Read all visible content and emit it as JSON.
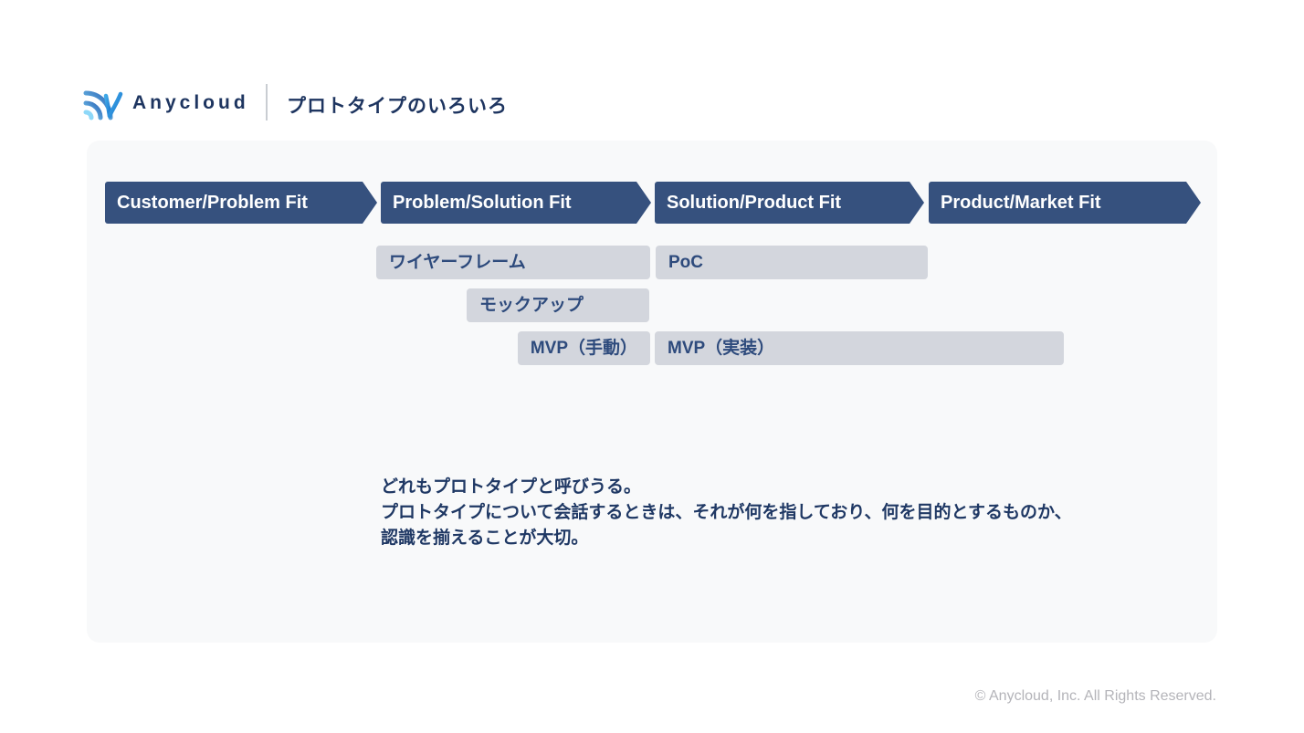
{
  "header": {
    "brand": "Anycloud",
    "title": "プロトタイプのいろいろ"
  },
  "stages": [
    {
      "label": "Customer/Problem Fit"
    },
    {
      "label": "Problem/Solution Fit"
    },
    {
      "label": "Solution/Product Fit"
    },
    {
      "label": "Product/Market Fit"
    }
  ],
  "prototypes": [
    {
      "label": "ワイヤーフレーム"
    },
    {
      "label": "PoC"
    },
    {
      "label": "モックアップ"
    },
    {
      "label": "MVP（手動）"
    },
    {
      "label": "MVP（実装）"
    }
  ],
  "note": {
    "lines": [
      "どれもプロトタイプと呼びうる。",
      "プロトタイプについて会話するときは、それが何を指しており、何を目的とするものか、",
      "認識を揃えることが大切。"
    ]
  },
  "footer": {
    "copyright": "© Anycloud, Inc. All Rights Reserved."
  },
  "colors": {
    "stage_arrow": "#36517e",
    "proto_box": "#d3d6dd",
    "navy_text": "#1f3864",
    "header_navy": "#1e3560",
    "card_background": "#f8f9fa",
    "footer_gray": "#b4b4b9",
    "logo_light_blue": "#6ec9f2",
    "logo_blue": "#1e7ad0"
  }
}
